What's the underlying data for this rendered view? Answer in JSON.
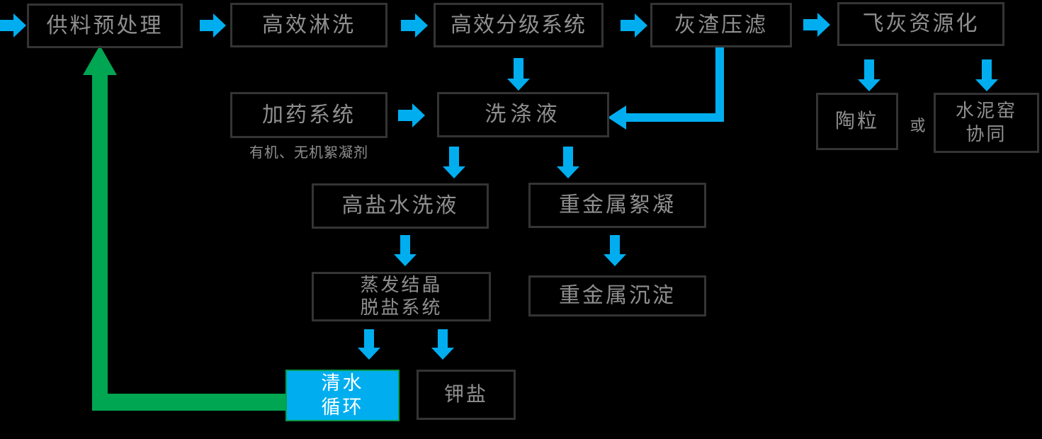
{
  "colors": {
    "background": "#000000",
    "arrow_blue": "#00AEEF",
    "arrow_green": "#00A651",
    "box_border": "#343434",
    "box_text": "#8f8f8f",
    "highlight_fill": "#00AEEF",
    "highlight_text": "#ffffff",
    "highlight_border": "#0a9b4b"
  },
  "nodes": {
    "feed_pretreatment": {
      "label": "供料预处理"
    },
    "efficient_rinsing": {
      "label": "高效淋洗"
    },
    "classification_system": {
      "label": "高效分级系统"
    },
    "ash_filter_press": {
      "label": "灰渣压滤"
    },
    "fly_ash_recycling": {
      "label": "飞灰资源化"
    },
    "dosing_system": {
      "label": "加药系统",
      "note": "有机、无机絮凝剂"
    },
    "washing_liquid": {
      "label": "洗涤液"
    },
    "ceramsite": {
      "label": "陶粒"
    },
    "or_connector": {
      "label": "或"
    },
    "cement_kiln": {
      "line1": "水泥窑",
      "line2": "协同"
    },
    "high_salt_wash": {
      "label": "高盐水洗液"
    },
    "heavy_metal_flocculation": {
      "label": "重金属絮凝"
    },
    "evaporation_desalination": {
      "line1": "蒸发结晶",
      "line2": "脱盐系统"
    },
    "heavy_metal_precipitation": {
      "label": "重金属沉淀"
    },
    "clean_water_cycle": {
      "line1": "清水",
      "line2": "循环"
    },
    "potassium_salt": {
      "label": "钾盐"
    }
  },
  "connections": [
    {
      "id": "input-to-feed",
      "to": "供料预处理",
      "color": "blue"
    },
    {
      "id": "feed-to-rinsing",
      "from": "供料预处理",
      "to": "高效淋洗",
      "color": "blue"
    },
    {
      "id": "rinsing-to-classification",
      "from": "高效淋洗",
      "to": "高效分级系统",
      "color": "blue"
    },
    {
      "id": "classification-to-filter",
      "from": "高效分级系统",
      "to": "灰渣压滤",
      "color": "blue"
    },
    {
      "id": "filter-to-flyash",
      "from": "灰渣压滤",
      "to": "飞灰资源化",
      "color": "blue"
    },
    {
      "id": "dosing-to-washing",
      "from": "加药系统",
      "to": "洗涤液",
      "color": "blue"
    },
    {
      "id": "classification-to-washing",
      "from": "高效分级系统",
      "to": "洗涤液",
      "color": "blue"
    },
    {
      "id": "filter-to-washing",
      "from": "灰渣压滤",
      "to": "洗涤液",
      "color": "blue"
    },
    {
      "id": "flyash-to-ceramsite",
      "from": "飞灰资源化",
      "to": "陶粒",
      "color": "blue"
    },
    {
      "id": "flyash-to-cementkiln",
      "from": "飞灰资源化",
      "to": "水泥窑协同",
      "color": "blue"
    },
    {
      "id": "washing-to-highsalt",
      "from": "洗涤液",
      "to": "高盐水洗液",
      "color": "blue"
    },
    {
      "id": "washing-to-flocculation",
      "from": "洗涤液",
      "to": "重金属絮凝",
      "color": "blue"
    },
    {
      "id": "highsalt-to-evaporation",
      "from": "高盐水洗液",
      "to": "蒸发结晶脱盐系统",
      "color": "blue"
    },
    {
      "id": "flocculation-to-precipitation",
      "from": "重金属絮凝",
      "to": "重金属沉淀",
      "color": "blue"
    },
    {
      "id": "evaporation-to-cleanwater",
      "from": "蒸发结晶脱盐系统",
      "to": "清水循环",
      "color": "blue"
    },
    {
      "id": "evaporation-to-potassium",
      "from": "蒸发结晶脱盐系统",
      "to": "钾盐",
      "color": "blue"
    },
    {
      "id": "cleanwater-to-feed",
      "from": "清水循环",
      "to": "供料预处理",
      "color": "green"
    }
  ]
}
